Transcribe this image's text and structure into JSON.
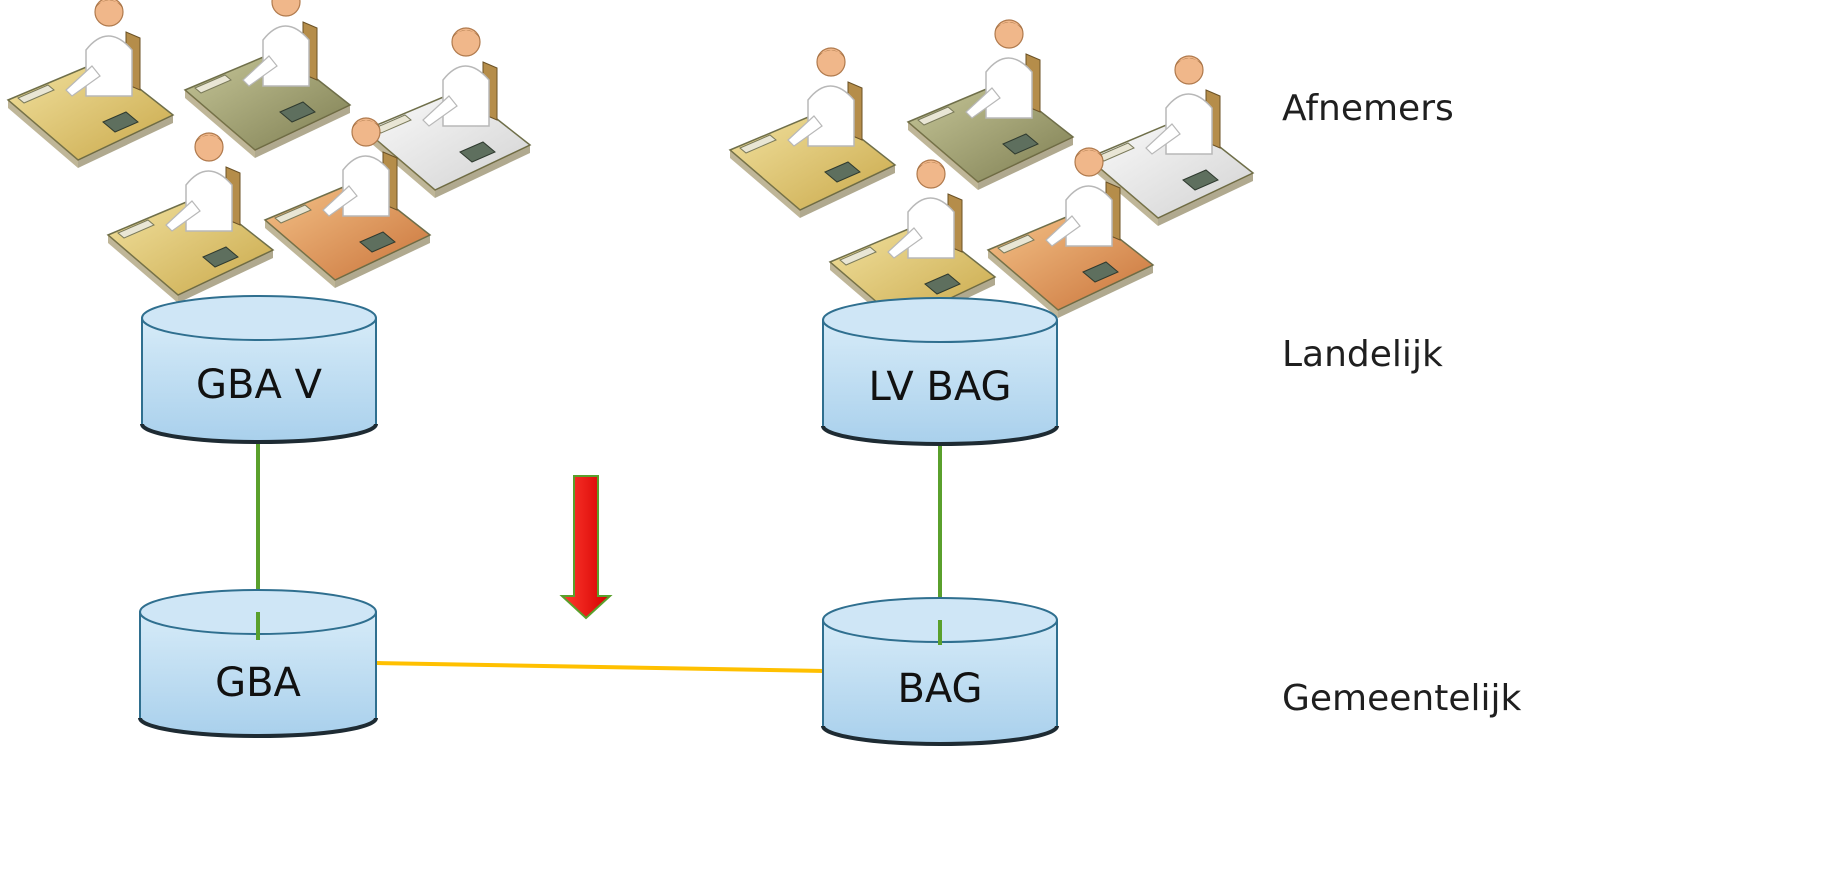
{
  "tiers": {
    "consumers": "Afnemers",
    "national": "Landelijk",
    "municipal": "Gemeentelijk"
  },
  "databases": {
    "gba_v": "GBA V",
    "lv_bag": "LV BAG",
    "gba": "GBA",
    "bag": "BAG"
  },
  "colors": {
    "cylinder_fill": "#bcdcf0",
    "cylinder_stroke": "#2f6f8f",
    "vertical_link": "#5aa02c",
    "horizontal_link": "#ffc000",
    "arrow": "#ff0000",
    "arrow_outline": "#5aa02c"
  },
  "icons": {
    "consumer_workstation": "person-at-desk-icon",
    "direction_arrow": "down-arrow-icon"
  }
}
